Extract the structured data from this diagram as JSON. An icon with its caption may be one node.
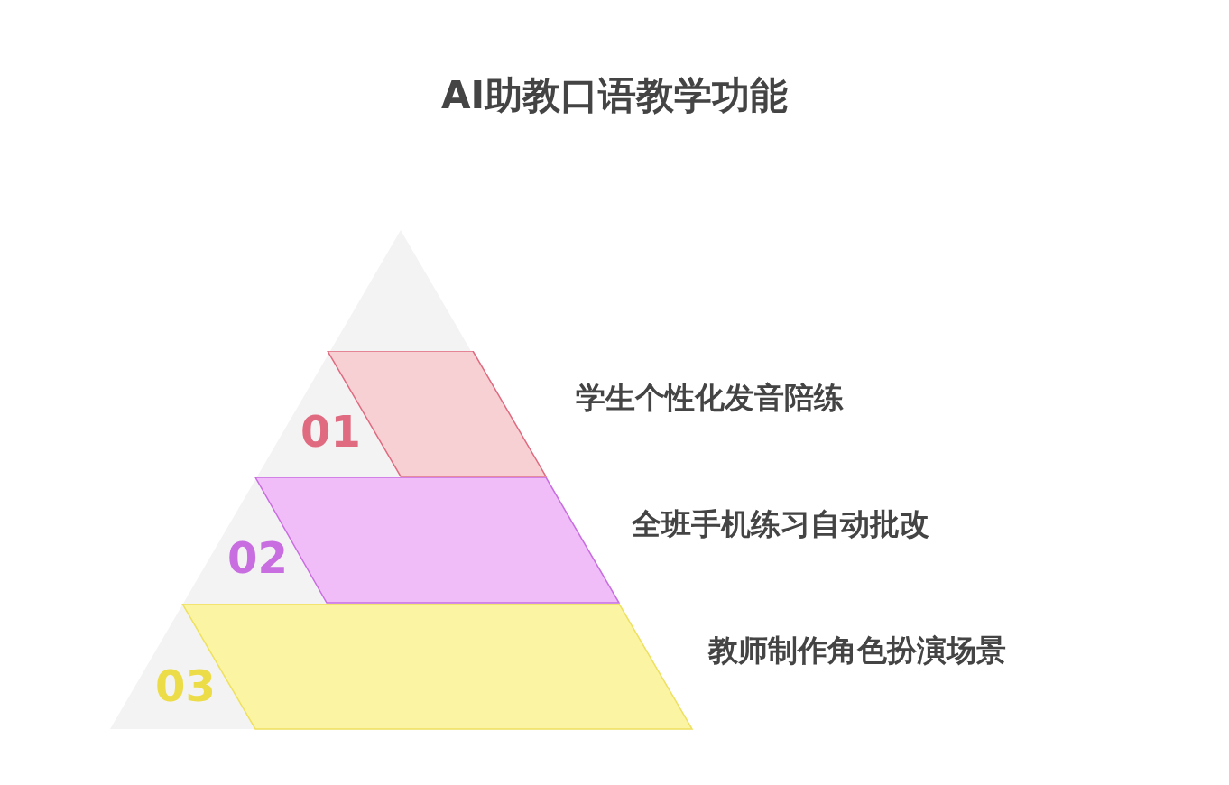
{
  "diagram": {
    "title": "AI助教口语教学功能",
    "nodes": [
      {
        "text": [
          "01"
        ],
        "beside": [
          "学生个性化发音陪练"
        ]
      },
      {
        "text": [
          "02"
        ],
        "beside": [
          "全班手机练习自动批改"
        ]
      },
      {
        "text": [
          "03"
        ],
        "beside": [
          "教师制作角色扮演场景"
        ]
      }
    ],
    "edges": []
  }
}
